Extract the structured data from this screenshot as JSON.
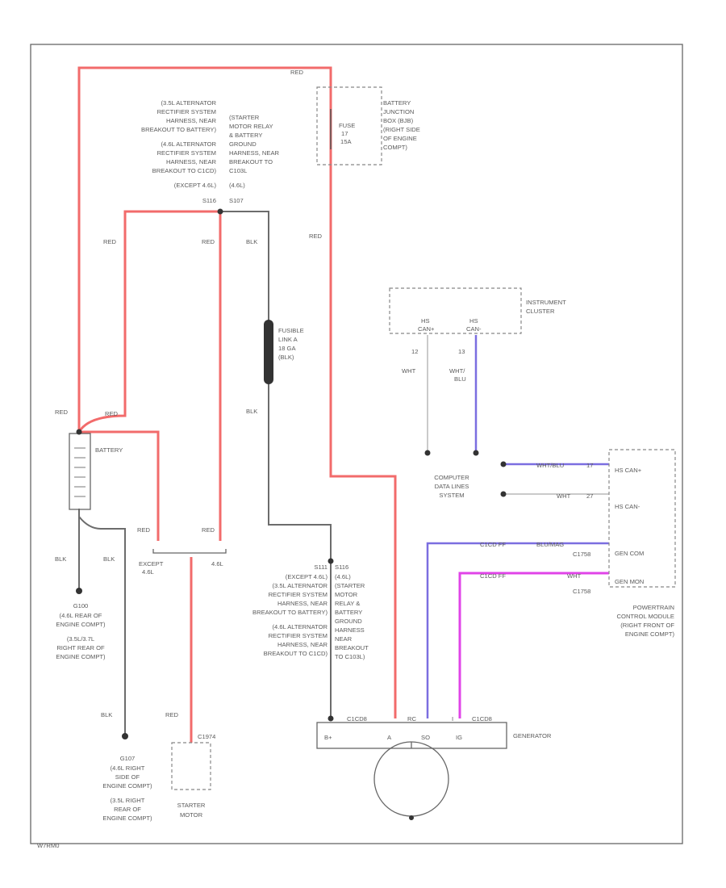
{
  "labels": {
    "red_top": "RED",
    "red_batt_1": "RED",
    "red_left": "RED",
    "red_mid": "RED",
    "red_fuse": "RED",
    "red_batt_2": "RED",
    "red_except": "RED",
    "red_48": "RED",
    "red_starter": "RED",
    "blk_top": "BLK",
    "blk_link": "BLK",
    "blk_1": "BLK",
    "blk_2": "BLK",
    "blk_3": "BLK",
    "wire_12": "12",
    "wire_13": "13",
    "wht": "WHT",
    "wht_blu_1": "WHT/",
    "wht_blu_2": "BLU",
    "battery": "BATTERY",
    "except_48_1": "EXCEPT",
    "except_48_2": "4.6L",
    "only_48": "4.6L",
    "fuse_1": "FUSE",
    "fuse_2": "17",
    "fuse_3": "15A",
    "bjb": [
      "BATTERY",
      "JUNCTION",
      "BOX (BJB)",
      "(RIGHT SIDE",
      "OF ENGINE",
      "COMPT)"
    ],
    "alt_rect_left": [
      "(3.5L ALTERNATOR",
      "RECTIFIER SYSTEM",
      "HARNESS, NEAR",
      "BREAKOUT TO BATTERY)",
      "(4.6L ALTERNATOR",
      "RECTIFIER SYSTEM",
      "HARNESS, NEAR",
      "BREAKOUT TO C1CD)",
      "(EXCEPT 4.6L)",
      "S116"
    ],
    "starter_relay": [
      "(STARTER",
      "MOTOR RELAY",
      "& BATTERY",
      "GROUND",
      "HARNESS, NEAR",
      "BREAKOUT TO",
      "C103L",
      "(4.6L)",
      "S107"
    ],
    "fusible_link": [
      "FUSIBLE",
      "LINK A",
      "18 GA",
      "(BLK)"
    ],
    "instrument_cluster": [
      "INSTRUMENT",
      "CLUSTER"
    ],
    "hs_left_1": "HS",
    "hs_left_2": "CAN+",
    "hs_right_1": "HS",
    "hs_right_2": "CAN-",
    "computer_data": [
      "COMPUTER",
      "DATA LINES",
      "SYSTEM"
    ],
    "pcm_pins": [
      "HS CAN+",
      "HS CAN-",
      "GEN COM",
      "GEN MON"
    ],
    "wht_blu_right": "WHT/BLU",
    "wht_right": "WHT",
    "wht_right_num": "27",
    "pcm_num_1": "17",
    "c1ch_1": "C1CD FF",
    "blu_mag": "BLU/MAG",
    "c1758_1": "C1758",
    "c1ch_2": "C1CD FF",
    "gen_mon_right": "WHT",
    "c1758_2": "C1758",
    "pcm": [
      "POWERTRAIN",
      "CONTROL MODULE",
      "(RIGHT FRONT OF",
      "ENGINE COMPT)"
    ],
    "s111": [
      "S111",
      "(EXCEPT 4.6L)",
      "(3.5L ALTERNATOR",
      "RECTIFIER SYSTEM",
      "HARNESS, NEAR",
      "BREAKOUT TO BATTERY)",
      "(4.6L ALTERNATOR",
      "RECTIFIER SYSTEM",
      "HARNESS, NEAR",
      "BREAKOUT TO C1CD)"
    ],
    "s116": [
      "S116",
      "(4.6L)",
      "(STARTER",
      "MOTOR",
      "RELAY &",
      "BATTERY",
      "GROUND",
      "HARNESS",
      "NEAR",
      "BREAKOUT",
      "TO C103L)"
    ],
    "g100": [
      "G100",
      "(4.6L REAR OF",
      "ENGINE COMPT)",
      "(3.5L/3.7L",
      "RIGHT REAR OF",
      "ENGINE COMPT)"
    ],
    "g107": [
      "G107",
      "(4.6L RIGHT",
      "SIDE OF",
      "ENGINE COMPT)",
      "(3.5L RIGHT",
      "REAR OF",
      "ENGINE COMPT)"
    ],
    "c1974": "C1974",
    "starter": [
      "STARTER",
      "MOTOR"
    ],
    "gen_conn_1": "C1CD8",
    "gen_conn_2": "C1CD8",
    "gen_pins": [
      "B+",
      "A",
      "RC",
      "I",
      "SO",
      "IG"
    ],
    "generator": "GENERATOR",
    "footer": "W7RM0"
  }
}
